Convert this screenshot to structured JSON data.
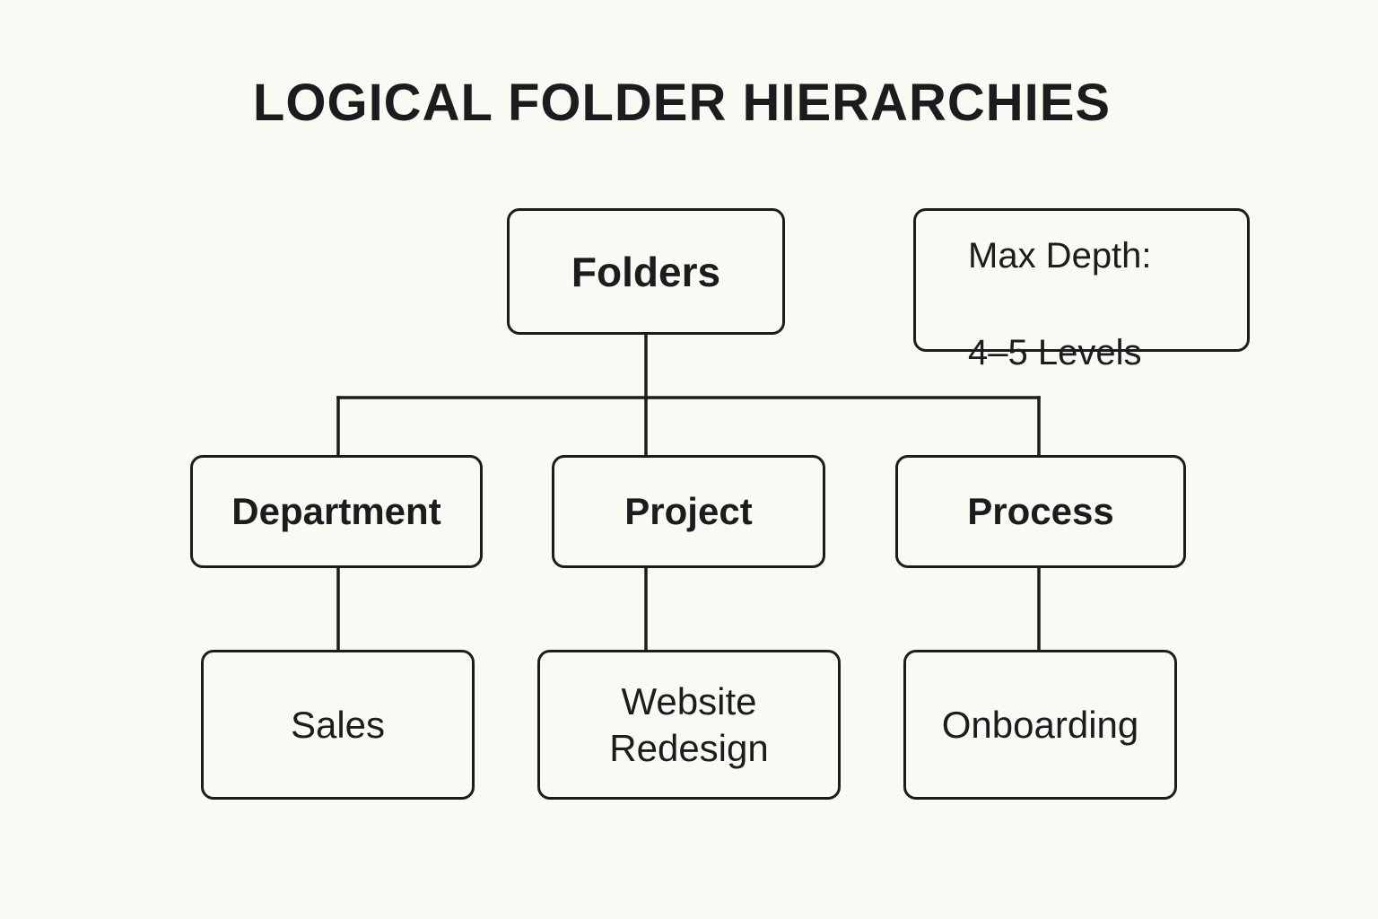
{
  "title": "LOGICAL FOLDER HIERARCHIES",
  "colors": {
    "background": "#fbf9f3",
    "stroke": "#1a1c1e",
    "text": "#1a1c1e"
  },
  "root": {
    "label": "Folders"
  },
  "note": {
    "line1": "Max Depth:",
    "line2": "4–5 Levels"
  },
  "categories": [
    {
      "label": "Department",
      "child": {
        "label": "Sales"
      }
    },
    {
      "label": "Project",
      "child": {
        "label": "Website\nRedesign"
      }
    },
    {
      "label": "Process",
      "child": {
        "label": "Onboarding"
      }
    }
  ]
}
